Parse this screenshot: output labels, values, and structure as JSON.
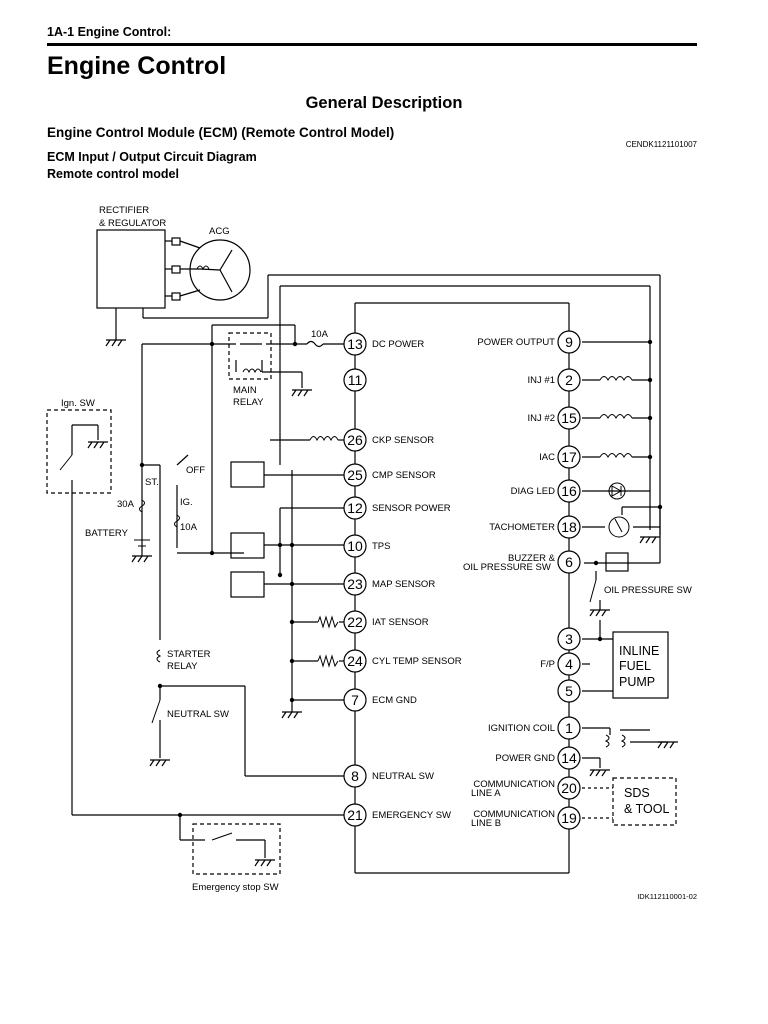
{
  "header": {
    "section_code": "1A-1  Engine Control:"
  },
  "title": "Engine Control",
  "section": "General Description",
  "subsection": "Engine Control Module (ECM) (Remote Control Model)",
  "doc_code": "CENDK1121101007",
  "caption_1": "ECM Input / Output Circuit Diagram",
  "caption_2": "Remote control model",
  "diagram": {
    "rectifier": [
      "RECTIFIER",
      "& REGULATOR"
    ],
    "acg": "ACG",
    "fuse_main": "10A",
    "main_relay": [
      "MAIN",
      "RELAY"
    ],
    "ign_sw": "Ign. SW",
    "switch_st": "ST.",
    "switch_off": "OFF",
    "switch_ig": "IG.",
    "fuse_30a": "30A",
    "fuse_10a": "10A",
    "battery": "BATTERY",
    "starter_relay": [
      "STARTER",
      "RELAY"
    ],
    "neutral_sw": "NEUTRAL SW",
    "emergency_stop_sw": "Emergency stop SW",
    "oil_pressure_sw": "OIL PRESSURE SW",
    "inline_fuel_pump": [
      "INLINE",
      "FUEL",
      "PUMP"
    ],
    "sds_tool": [
      "SDS",
      "& TOOL"
    ],
    "left_pins": [
      {
        "num": "13",
        "label": "DC POWER"
      },
      {
        "num": "11",
        "label": ""
      },
      {
        "num": "26",
        "label": "CKP SENSOR"
      },
      {
        "num": "25",
        "label": "CMP SENSOR"
      },
      {
        "num": "12",
        "label": "SENSOR POWER"
      },
      {
        "num": "10",
        "label": "TPS"
      },
      {
        "num": "23",
        "label": "MAP SENSOR"
      },
      {
        "num": "22",
        "label": "IAT SENSOR"
      },
      {
        "num": "24",
        "label": "CYL TEMP SENSOR"
      },
      {
        "num": "7",
        "label": "ECM GND"
      },
      {
        "num": "8",
        "label": "NEUTRAL SW"
      },
      {
        "num": "21",
        "label": "EMERGENCY SW"
      }
    ],
    "right_pins": [
      {
        "num": "9",
        "label": "POWER OUTPUT"
      },
      {
        "num": "2",
        "label": "INJ #1"
      },
      {
        "num": "15",
        "label": "INJ #2"
      },
      {
        "num": "17",
        "label": "IAC"
      },
      {
        "num": "16",
        "label": "DIAG LED"
      },
      {
        "num": "18",
        "label": "TACHOMETER"
      },
      {
        "num": "6",
        "label": "BUZZER &",
        "label2": "OIL PRESSURE SW"
      },
      {
        "num": "3",
        "label": ""
      },
      {
        "num": "4",
        "label": "F/P"
      },
      {
        "num": "5",
        "label": ""
      },
      {
        "num": "1",
        "label": "IGNITION COIL"
      },
      {
        "num": "14",
        "label": "POWER GND"
      },
      {
        "num": "20",
        "label": "COMMUNICATION",
        "label2": "LINE A"
      },
      {
        "num": "19",
        "label": "COMMUNICATION",
        "label2": "LINE B"
      }
    ]
  },
  "image_id": "IDK112110001-02"
}
